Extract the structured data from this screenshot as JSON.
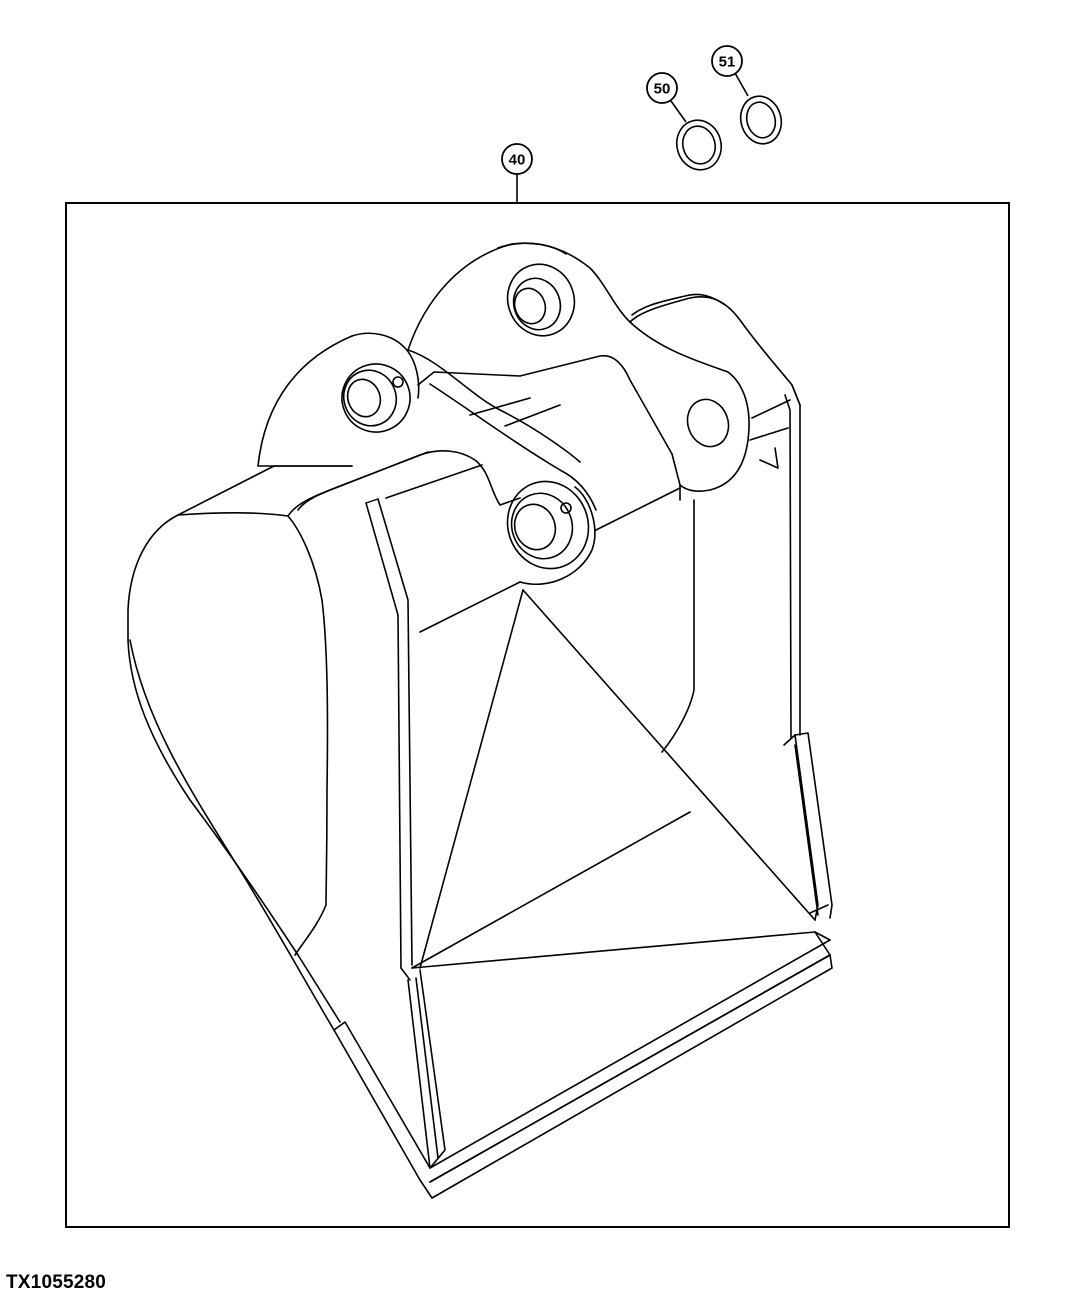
{
  "figure": {
    "id": "TX1055280"
  },
  "callouts": [
    {
      "label": "40",
      "part": "bucket"
    },
    {
      "label": "50",
      "part": "ring-washer"
    },
    {
      "label": "51",
      "part": "ring-washer"
    }
  ]
}
